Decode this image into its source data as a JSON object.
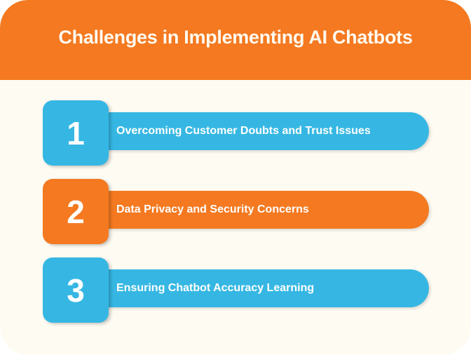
{
  "header": {
    "title": "Challenges in Implementing AI Chatbots"
  },
  "colors": {
    "orange": "#f47920",
    "blue": "#36b7e3",
    "background": "#fefbf3"
  },
  "items": [
    {
      "number": "1",
      "label": "Overcoming Customer Doubts and Trust Issues",
      "color": "blue"
    },
    {
      "number": "2",
      "label": "Data Privacy and Security Concerns",
      "color": "orange"
    },
    {
      "number": "3",
      "label": "Ensuring Chatbot Accuracy Learning",
      "color": "blue"
    }
  ]
}
